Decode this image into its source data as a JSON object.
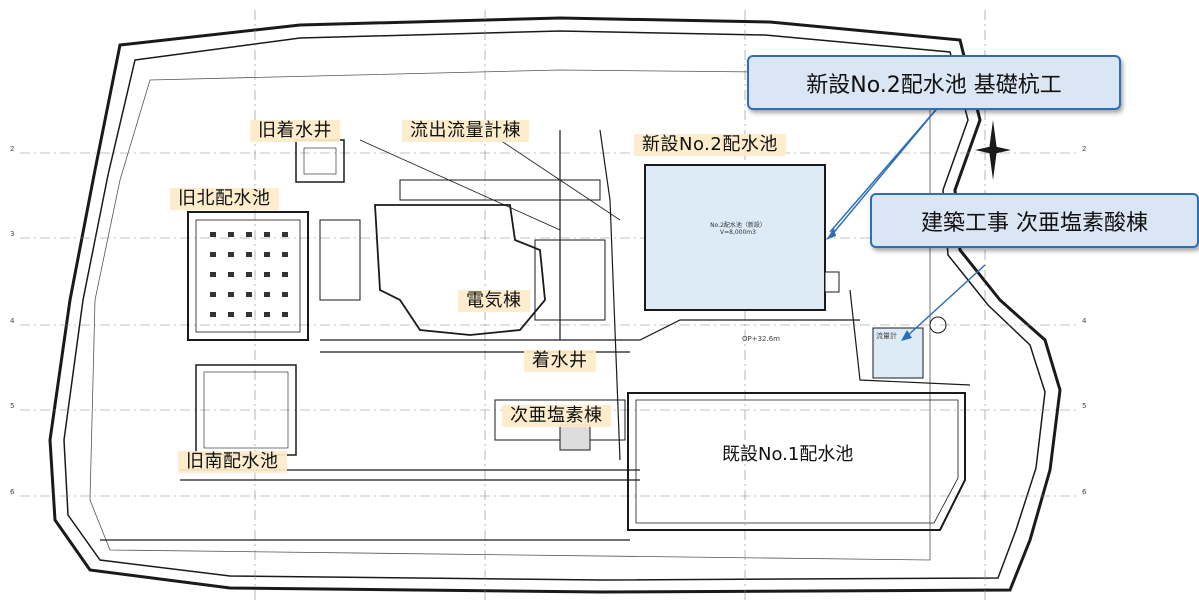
{
  "callouts": {
    "foundation_piles": "新設No.2配水池 基礎杭工",
    "building_work": "建築工事 次亜塩素酸棟"
  },
  "labels": {
    "old_intake_well": "旧着水井",
    "outflow_meter_bldg": "流出流量計棟",
    "new_no2_reservoir": "新設No.2配水池",
    "old_north_reservoir": "旧北配水池",
    "electrical_bldg": "電気棟",
    "intake_well": "着水井",
    "hypochlorite_bldg": "次亜塩素棟",
    "old_south_reservoir": "旧南配水池",
    "existing_no1_reservoir": "既設No.1配水池"
  },
  "drawing_text": {
    "no2_line1": "No.2配水池（新設）",
    "no2_line2": "V=8,000m3",
    "op_level": "OP+32.6m",
    "flow_meter": "流量計",
    "grid_2": "2",
    "grid_3": "3",
    "grid_4": "4",
    "grid_5": "5",
    "grid_6": "6"
  },
  "colors": {
    "label_bg": "#fdecc8",
    "callout_bg": "#dbe6f4",
    "callout_border": "#2c6fb7",
    "new_reservoir_fill": "#dcebf6",
    "line": "#1a1a1a"
  }
}
